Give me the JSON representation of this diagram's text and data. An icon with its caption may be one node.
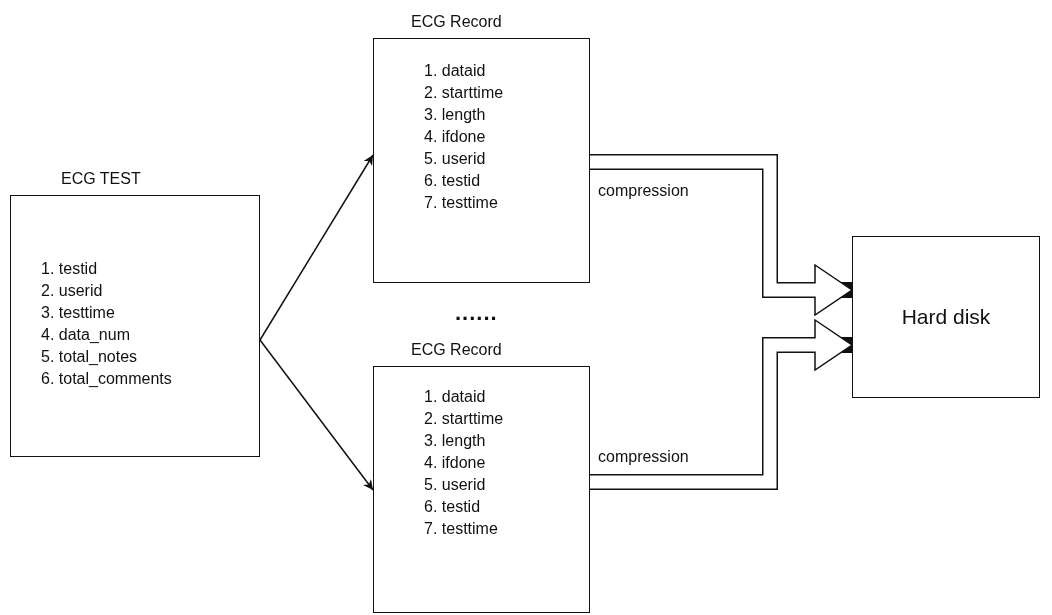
{
  "diagram": {
    "nodes": [
      {
        "text": [
          "ECG TEST",
          "1. testid",
          "2. userid",
          "3. testtime",
          "4. data_num",
          "5. total_notes",
          "6. total_comments"
        ]
      },
      {
        "text": [
          "ECG Record",
          "1. dataid",
          "2. starttime",
          "3. length",
          "4. ifdone",
          "5. userid",
          "6. testid",
          "7. testtime"
        ]
      },
      {
        "text": [
          "ECG Record",
          "1. dataid",
          "2. starttime",
          "3. length",
          "4. ifdone",
          "5. userid",
          "6. testid",
          "7. testtime"
        ]
      },
      {
        "text": [
          "Hard disk"
        ]
      }
    ],
    "edges": [
      {
        "from": 0,
        "to": 1,
        "arrow": "to"
      },
      {
        "from": 0,
        "to": 2,
        "arrow": "to"
      },
      {
        "from": 1,
        "to": 3,
        "arrow": "to",
        "label": "compression",
        "style": "thick"
      },
      {
        "from": 2,
        "to": 3,
        "arrow": "to",
        "label": "compression",
        "style": "thick"
      }
    ],
    "labels": [
      "......"
    ]
  }
}
